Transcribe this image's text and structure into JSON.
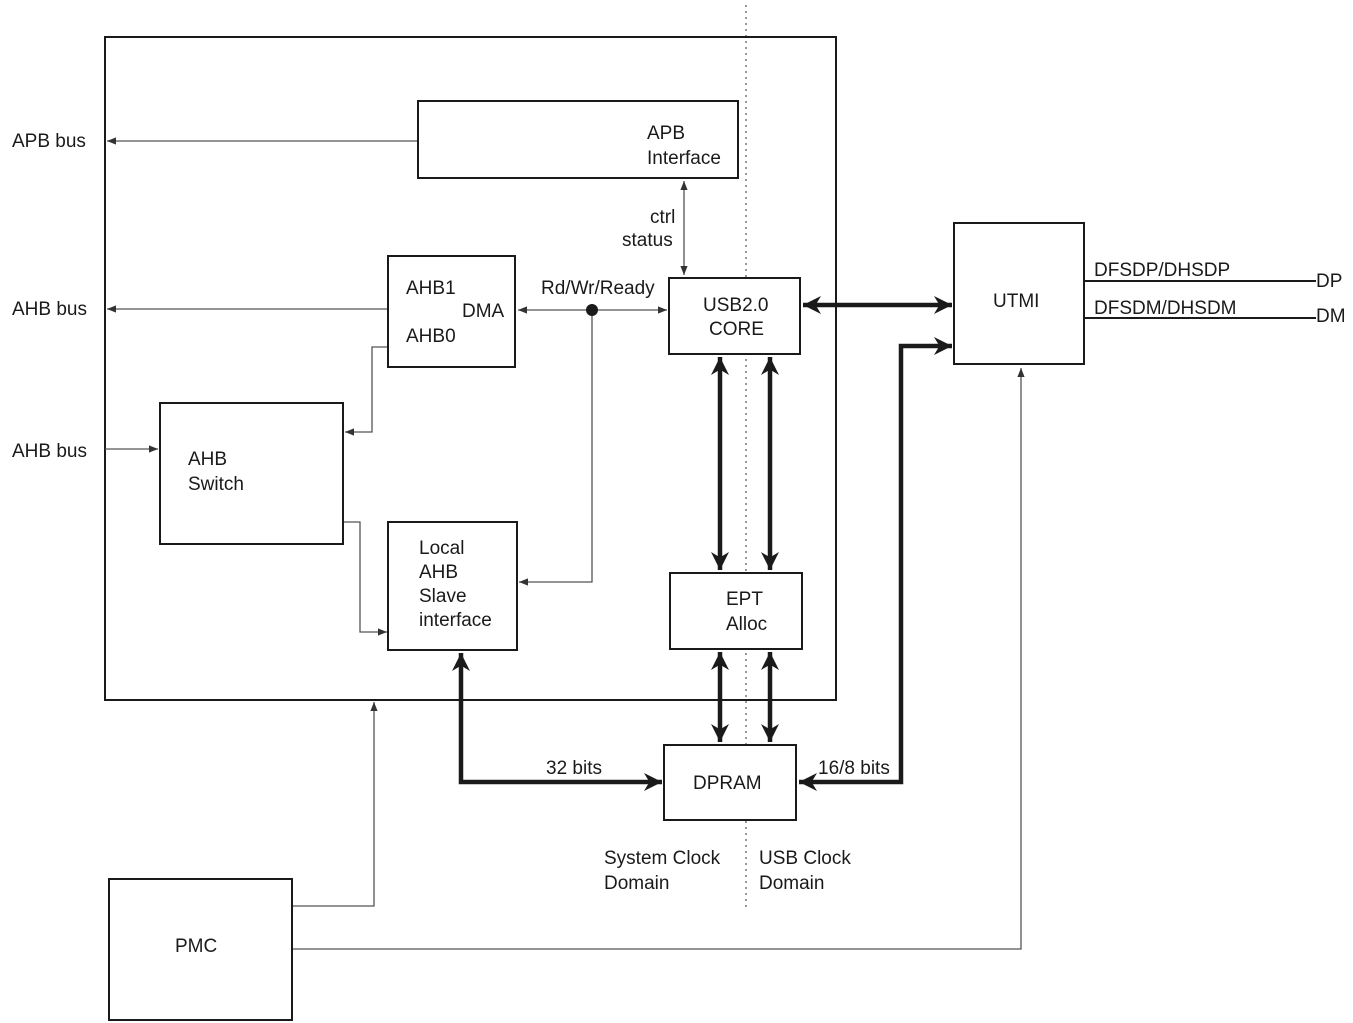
{
  "external": {
    "apb_bus": "APB bus",
    "ahb_bus_top": "AHB bus",
    "ahb_bus_bottom": "AHB bus"
  },
  "blocks": {
    "apb_interface": [
      "APB",
      "Interface"
    ],
    "dma": {
      "ahb1": "AHB1",
      "dma": "DMA",
      "ahb0": "AHB0"
    },
    "ahb_switch": [
      "AHB",
      "Switch"
    ],
    "local_ahb": [
      "Local",
      "AHB",
      "Slave",
      "interface"
    ],
    "usb_core": [
      "USB2.0",
      "CORE"
    ],
    "ept_alloc": [
      "EPT",
      "Alloc"
    ],
    "dpram": "DPRAM",
    "utmi": "UTMI",
    "pmc": "PMC"
  },
  "signals": {
    "ctrl_status": [
      "ctrl",
      "status"
    ],
    "rd_wr_ready": "Rd/Wr/Ready",
    "bits_32": "32 bits",
    "bits_16_8": "16/8 bits",
    "dfsdp": "DFSDP/DHSDP",
    "dfsdm": "DFSDM/DHSDM",
    "dp": "DP",
    "dm": "DM"
  },
  "domains": {
    "system_clock": [
      "System Clock",
      "Domain"
    ],
    "usb_clock": [
      "USB Clock",
      "Domain"
    ]
  }
}
